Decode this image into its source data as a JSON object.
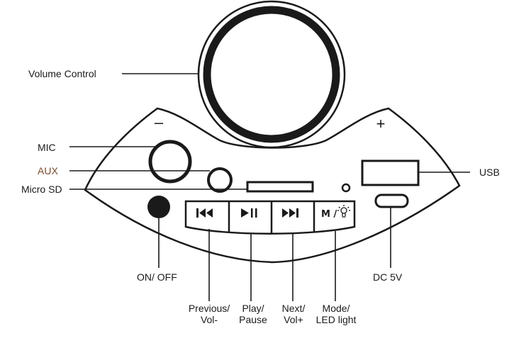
{
  "labels": {
    "volume_control": "Volume Control",
    "mic": "MIC",
    "aux": "AUX",
    "micro_sd": "Micro SD",
    "usb": "USB",
    "dc": "DC 5V",
    "on_off": "ON/ OFF",
    "previous_line1": "Previous/",
    "previous_line2": "Vol-",
    "play_line1": "Play/",
    "play_line2": "Pause",
    "next_line1": "Next/",
    "next_line2": "Vol+",
    "mode_line1": "Mode/",
    "mode_line2": "LED light"
  },
  "panel_marks": {
    "minus": "–",
    "plus": "+"
  },
  "buttons": {
    "previous_icon": "previous-track-icon",
    "play_icon": "play-pause-icon",
    "next_icon": "next-track-icon",
    "mode_text": "M /",
    "mode_icon": "light-bulb-icon"
  },
  "colors": {
    "line": "#1a1a1a",
    "aux_label": "#7a4a2a"
  }
}
